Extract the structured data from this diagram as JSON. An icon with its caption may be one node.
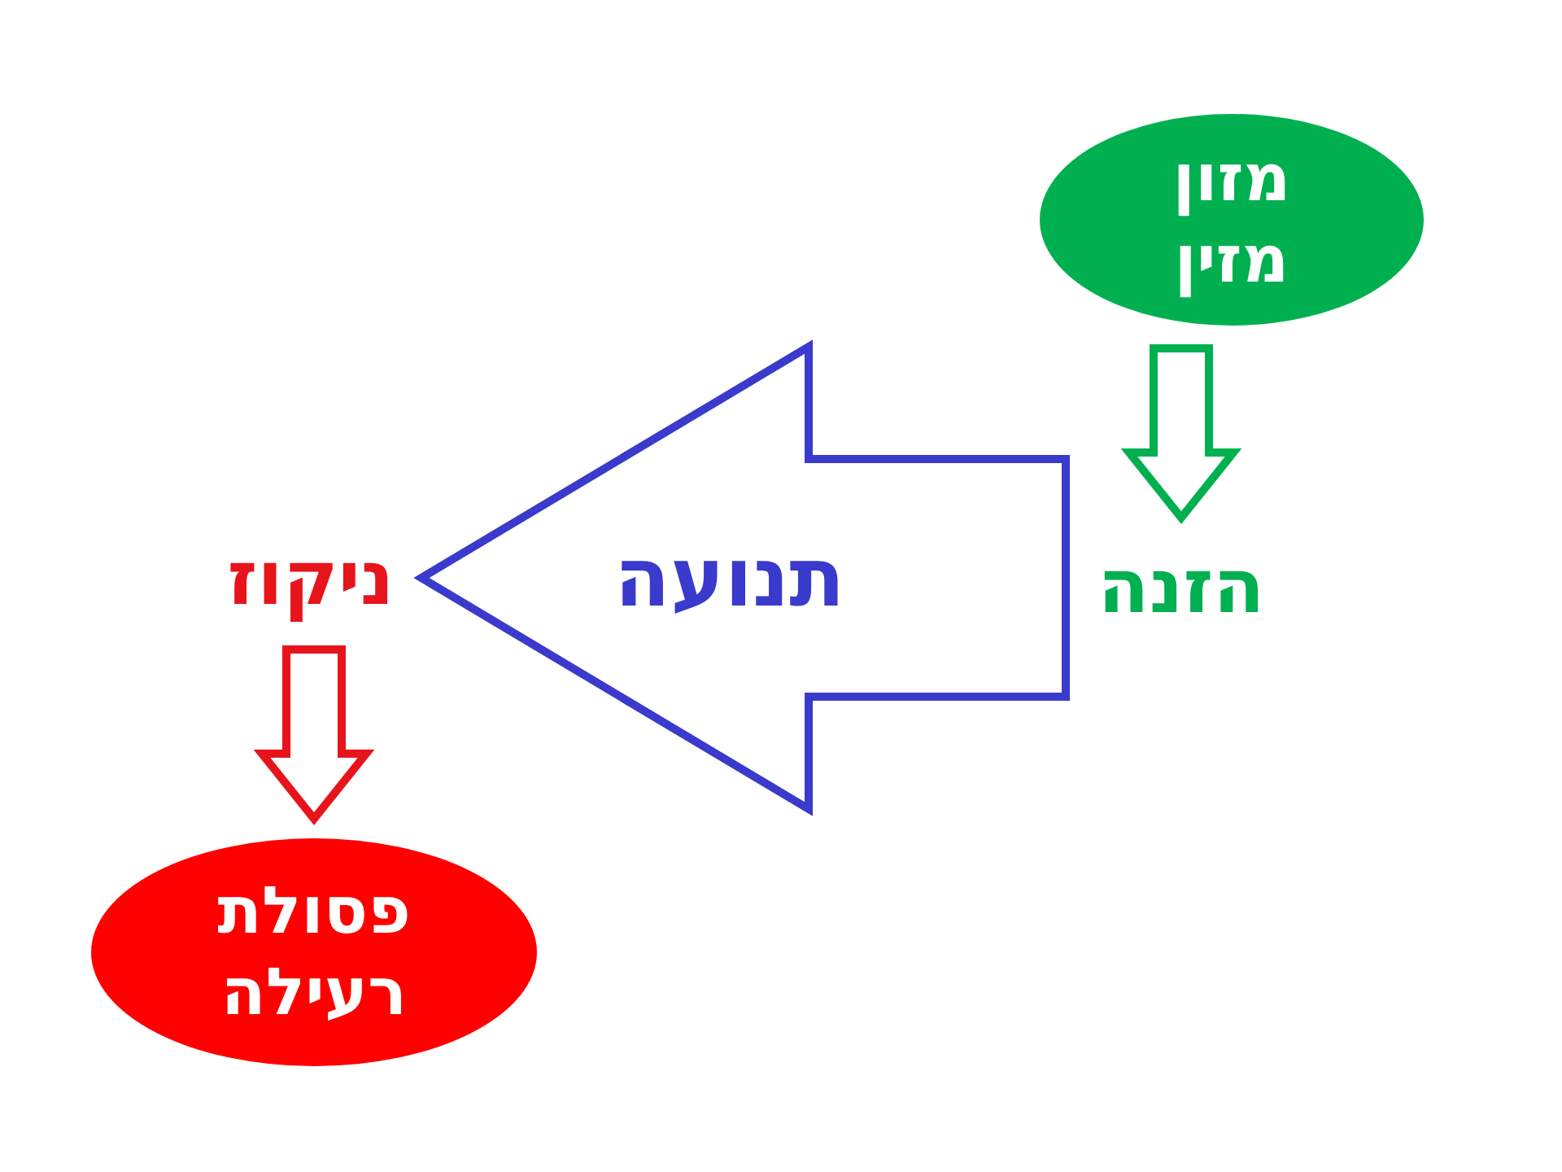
{
  "diagram": {
    "nodes": [
      {
        "text": [
          "מזון מזין"
        ]
      },
      {
        "text": [
          "הזנה"
        ]
      },
      {
        "text": [
          "ניקוז"
        ]
      },
      {
        "text": [
          "פסולת רעילה"
        ]
      }
    ],
    "edges": [
      {
        "from": 0,
        "to": 1,
        "arrow": "to",
        "color": "#00b050"
      },
      {
        "from": 1,
        "to": 2,
        "arrow": "to",
        "label": "תנועה",
        "style": "thick",
        "color": "#3a3acc"
      },
      {
        "from": 2,
        "to": 3,
        "arrow": "to",
        "color": "#e8141c"
      }
    ]
  }
}
